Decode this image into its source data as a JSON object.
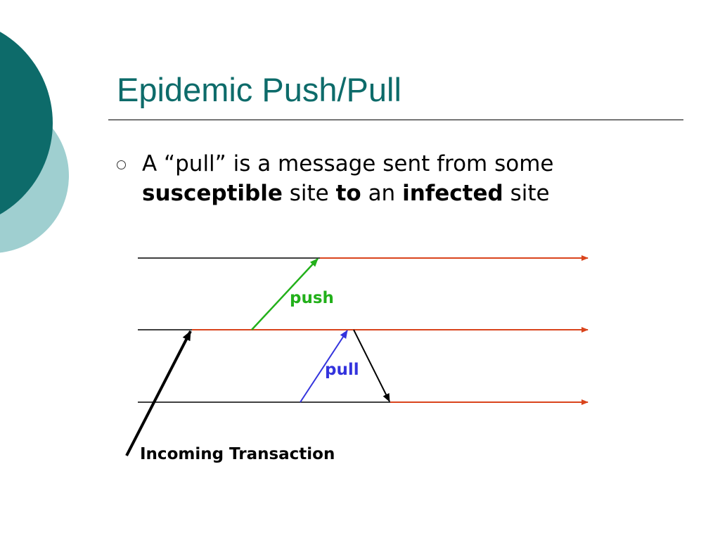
{
  "slide": {
    "title": "Epidemic Push/Pull",
    "bullet": {
      "t1": "A “pull” is a message sent from some",
      "t2": "susceptible",
      "t3": "site",
      "t4": "to",
      "t5": "an",
      "t6": "infected",
      "t7": "site"
    }
  },
  "diagram": {
    "labels": {
      "push": "push",
      "pull": "pull",
      "incoming": "Incoming Transaction"
    }
  },
  "colors": {
    "title": "#0d6b6a",
    "infected_line": "#d9441c",
    "push_arrow": "#22b01a",
    "pull_arrow": "#3333dd",
    "deco_dark": "#0d6b6a",
    "deco_light": "#9fcfd0"
  }
}
